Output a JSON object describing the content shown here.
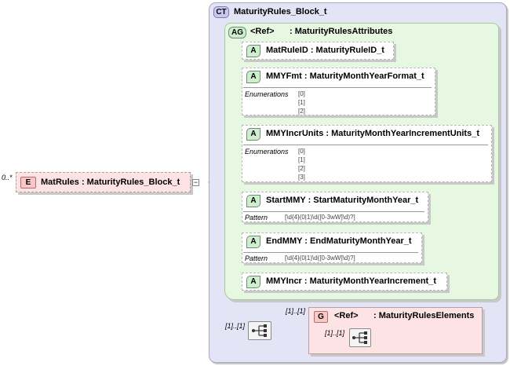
{
  "element": {
    "occurs": "0..*",
    "badge": "E",
    "label": "MatRules : MaturityRules_Block_t",
    "toggle": "−"
  },
  "complex_type": {
    "badge": "CT",
    "title": "MaturityRules_Block_t"
  },
  "attribute_group": {
    "badge": "AG",
    "ref": "<Ref>",
    "name": ": MaturityRulesAttributes"
  },
  "attributes": [
    {
      "badge": "A",
      "label": "MatRuleID : MaturityRuleID_t"
    },
    {
      "badge": "A",
      "label": "MMYFmt : MaturityMonthYearFormat_t",
      "facet_label": "Enumerations",
      "facet_values": [
        "[0]",
        "[1]",
        "[2]"
      ]
    },
    {
      "badge": "A",
      "label": "MMYIncrUnits : MaturityMonthYearIncrementUnits_t",
      "facet_label": "Enumerations",
      "facet_values": [
        "[0]",
        "[1]",
        "[2]",
        "[3]"
      ]
    },
    {
      "badge": "A",
      "label": "StartMMY : StartMaturityMonthYear_t",
      "facet_label": "Pattern",
      "facet_values": [
        "[\\d{4}(0|1)\\d([0-3wW]\\d)?]"
      ]
    },
    {
      "badge": "A",
      "label": "EndMMY : EndMaturityMonthYear_t",
      "facet_label": "Pattern",
      "facet_values": [
        "[\\d{4}(0|1)\\d([0-3wW]\\d)?]"
      ]
    },
    {
      "badge": "A",
      "label": "MMYIncr : MaturityMonthYearIncrement_t"
    }
  ],
  "sequence": {
    "occurs": "[1]..[1]"
  },
  "group": {
    "occurs": "[1]..[1]",
    "badge": "G",
    "ref": "<Ref>",
    "name": ": MaturityRulesElements",
    "inner_occurs": "[1]..[1]"
  },
  "colors": {
    "element_bg": "#fde3e3",
    "complex_type_bg": "#e4e4f7",
    "attribute_group_bg": "#e6f7e2",
    "group_bg": "#fde3e3",
    "badge_attr": "#cfeed0"
  }
}
